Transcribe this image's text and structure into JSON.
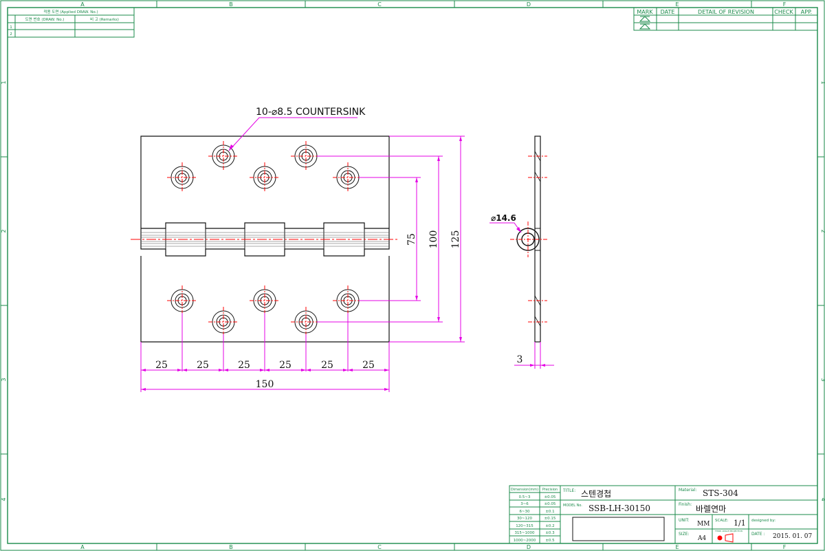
{
  "border": {
    "cols": [
      "A",
      "B",
      "C",
      "D",
      "E",
      "F"
    ],
    "rows": [
      "1",
      "2",
      "3",
      "4"
    ]
  },
  "applied_table": {
    "title": "적용 도면 (Applied DRAW. No.)",
    "col_drawno": "도면 번호 (DRAW. No.)",
    "col_remarks": "비 고 (Remarks)",
    "rows": [
      "1",
      "2"
    ]
  },
  "revision_table": {
    "headers": [
      "MARK",
      "DATE",
      "DETAIL OF REVISION",
      "CHECK",
      "APP."
    ]
  },
  "drawing": {
    "countersink_label": "10-⌀8.5 COUNTERSINK",
    "dims_bottom": [
      "25",
      "25",
      "25",
      "25",
      "25",
      "25"
    ],
    "dim_total": "150",
    "dim_75": "75",
    "dim_100": "100",
    "dim_125": "125",
    "side_diameter": "⌀14.6",
    "side_thickness": "3"
  },
  "precision_table": {
    "headers": [
      "Dimension(mm)",
      "Precision"
    ],
    "rows": [
      [
        "0.5~3",
        "±0.05"
      ],
      [
        "3~6",
        "±0.05"
      ],
      [
        "6~30",
        "±0.1"
      ],
      [
        "30~120",
        "±0.15"
      ],
      [
        "120~315",
        "±0.2"
      ],
      [
        "315~1000",
        "±0.3"
      ],
      [
        "1000~2000",
        "±0.5"
      ]
    ]
  },
  "title_block": {
    "title_label": "TITLE:",
    "title_value": "스텐경첩",
    "model_label": "MODEL No.",
    "model_value": "SSB-LH-30150",
    "material_label": "Material:",
    "material_value": "STS-304",
    "finish_label": "Finish:",
    "finish_value": "바렐연마",
    "unit_label": "UNIT:",
    "unit_value": "MM",
    "scale_label": "SCALE:",
    "scale_value": "1/1",
    "designed_label": "designed by:",
    "size_label": "SIZE:",
    "size_value": "A4",
    "projection_label": "THIRD ANGLE PROJECTION",
    "date_label": "DATE :",
    "date_value": "2015. 01. 07"
  }
}
